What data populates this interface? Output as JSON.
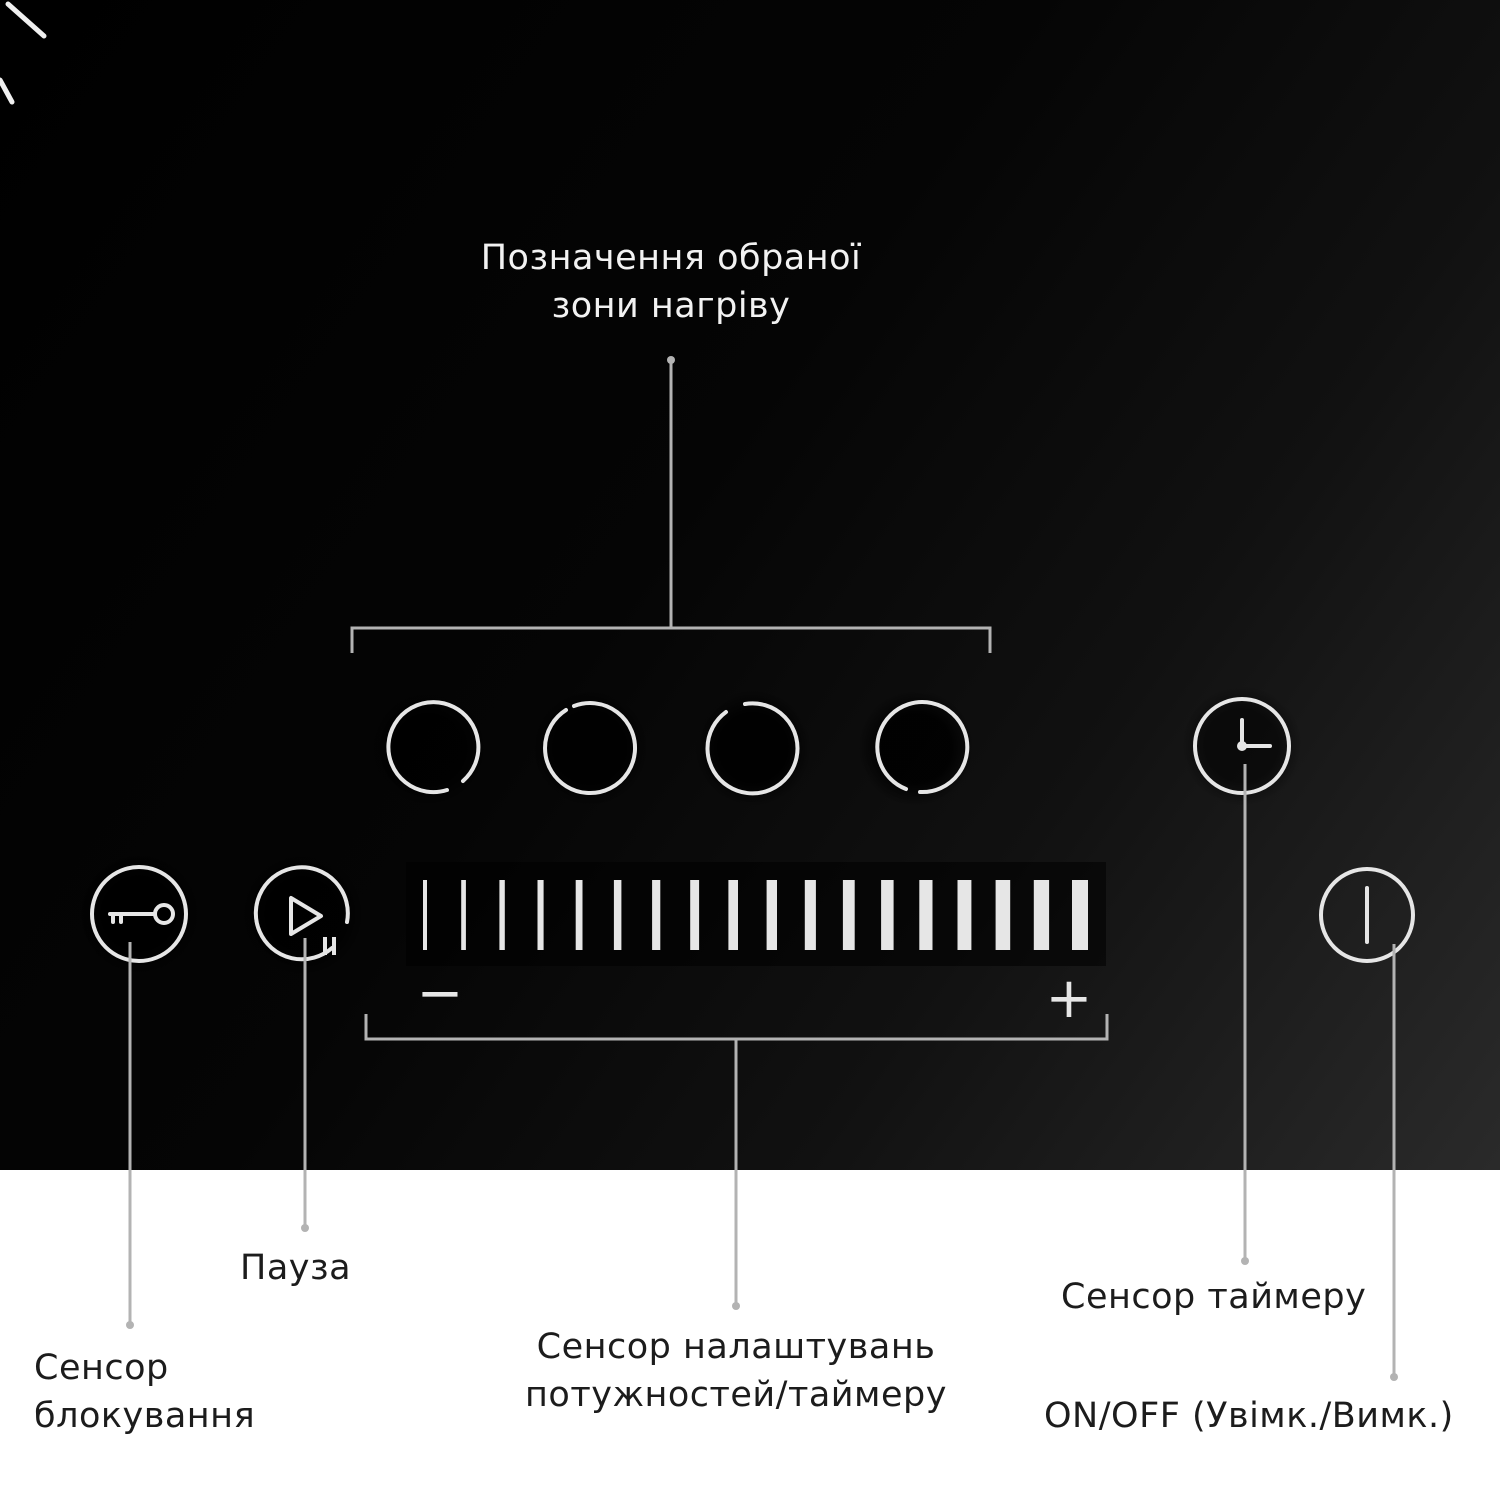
{
  "labels": {
    "zone_selection": "Позначення обраної\nзони нагріву",
    "pause": "Пауза",
    "lock_sensor": "Сенсор\nблокування",
    "power_timer_slider": "Сенсор налаштувань\nпотужностей/таймеру",
    "timer_sensor": "Сенсор таймеру",
    "on_off": "ON/OFF (Увімк./Вимк.)"
  },
  "controls": {
    "minus": "−",
    "plus": "+",
    "slider_segments": 18,
    "zones": 4
  },
  "icons": [
    "key-icon",
    "play-pause-icon",
    "clock-icon",
    "power-icon",
    "zone-ring-icon"
  ],
  "colors": {
    "panel": "#000000",
    "symbol": "#e6e6e6",
    "leader_line": "#b3b3b3",
    "background": "#ffffff"
  }
}
